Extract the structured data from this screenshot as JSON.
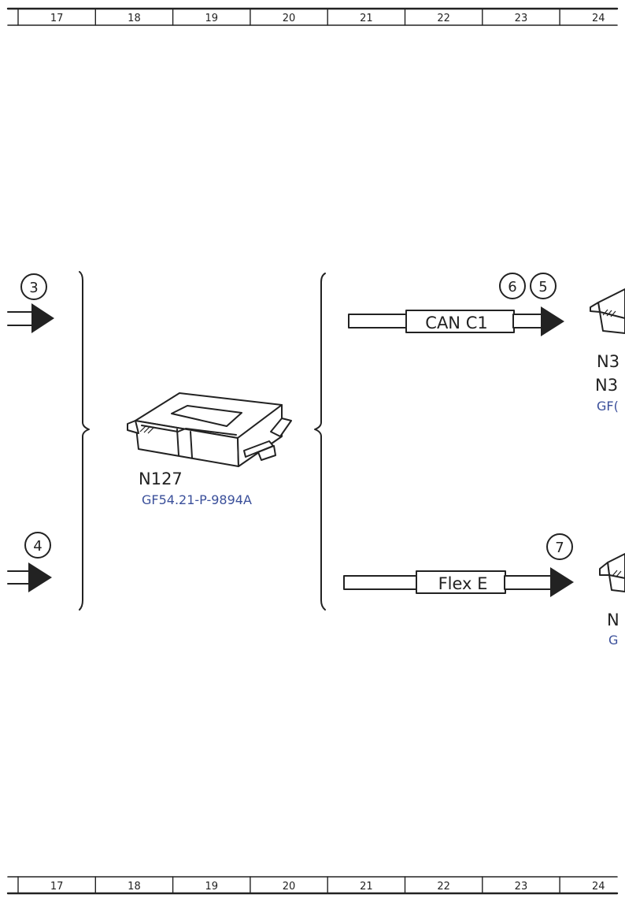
{
  "ruler": {
    "columns": [
      "17",
      "18",
      "19",
      "20",
      "21",
      "22",
      "23",
      "24"
    ]
  },
  "inputs": [
    {
      "marker": "3"
    },
    {
      "marker": "4"
    }
  ],
  "center_component": {
    "id": "N127",
    "link": "GF54.21-P-9894A"
  },
  "outputs": [
    {
      "bus": "CAN C1",
      "markers": [
        "6",
        "5"
      ],
      "partial_labels": [
        "N3",
        "N3",
        "GF("
      ]
    },
    {
      "bus": "Flex E",
      "markers": [
        "7"
      ],
      "partial_labels": [
        "N",
        "G"
      ]
    }
  ],
  "colors": {
    "line": "#222222",
    "link": "#3a4f9a"
  }
}
